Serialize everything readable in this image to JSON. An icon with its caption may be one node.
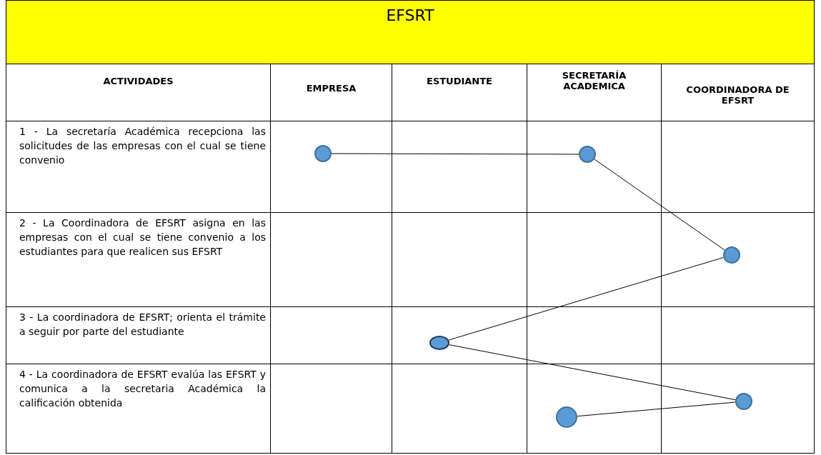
{
  "diagram": {
    "title": "EFSRT",
    "nodes": [
      {
        "text": [],
        "shape": "circle"
      },
      {
        "text": [],
        "shape": "circle"
      },
      {
        "text": [],
        "shape": "circle"
      },
      {
        "text": [],
        "shape": "circle"
      },
      {
        "text": [],
        "shape": "circle"
      },
      {
        "text": [],
        "shape": "circle"
      }
    ],
    "edges": [
      {
        "from": 0,
        "to": 1,
        "arrow": "none"
      },
      {
        "from": 1,
        "to": 2,
        "arrow": "none"
      },
      {
        "from": 2,
        "to": 3,
        "arrow": "none"
      },
      {
        "from": 3,
        "to": 4,
        "arrow": "none"
      },
      {
        "from": 4,
        "to": 5,
        "arrow": "none"
      }
    ],
    "labels": [
      "ACTIVIDADES",
      "EMPRESA",
      "ESTUDIANTE",
      "SECRETARÍA ACADEMICA",
      "COORDINADORA DE EFSRT",
      "1 - La secretaría Académica recepciona las solicitudes de las empresas con el cual se tiene convenio",
      "2 - La Coordinadora de EFSRT asigna en las empresas con el cual se tiene convenio a los estudiantes para que realicen sus EFSRT",
      "3 - La coordinadora de EFSRT; orienta el trámite a seguir por parte del estudiante",
      "4 - La coordinadora de EFSRT evalúa las EFSRT y comunica a la secretaria Académica la calificación obtenida"
    ]
  }
}
